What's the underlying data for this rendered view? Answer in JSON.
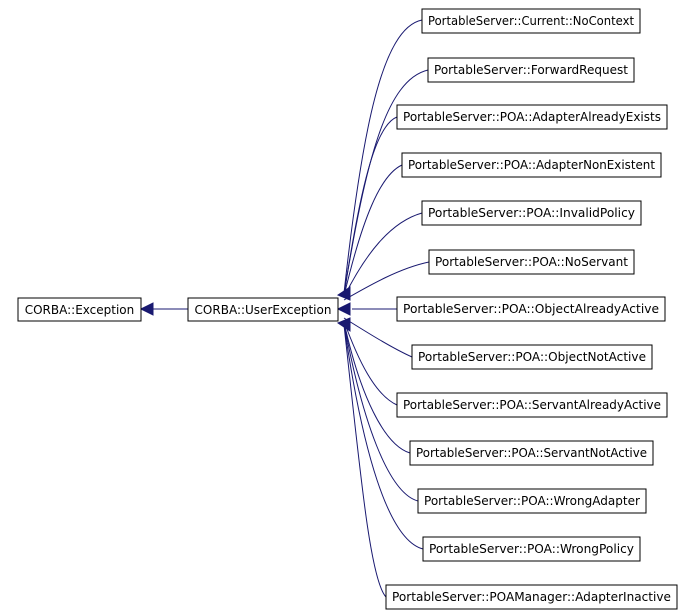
{
  "diagram": {
    "base_classes": [
      {
        "id": "corba-exception",
        "label": "CORBA::Exception"
      },
      {
        "id": "corba-userexception",
        "label": "CORBA::UserException"
      }
    ],
    "derived_classes": [
      {
        "id": "current-nocontext",
        "label": "PortableServer::Current::NoContext"
      },
      {
        "id": "forwardrequest",
        "label": "PortableServer::ForwardRequest"
      },
      {
        "id": "poa-adapteralreadyexists",
        "label": "PortableServer::POA::AdapterAlreadyExists"
      },
      {
        "id": "poa-adapternonexistent",
        "label": "PortableServer::POA::AdapterNonExistent"
      },
      {
        "id": "poa-invalidpolicy",
        "label": "PortableServer::POA::InvalidPolicy"
      },
      {
        "id": "poa-noservant",
        "label": "PortableServer::POA::NoServant"
      },
      {
        "id": "poa-objectalreadyactive",
        "label": "PortableServer::POA::ObjectAlreadyActive"
      },
      {
        "id": "poa-objectnotactive",
        "label": "PortableServer::POA::ObjectNotActive"
      },
      {
        "id": "poa-servantalreadyactive",
        "label": "PortableServer::POA::ServantAlreadyActive"
      },
      {
        "id": "poa-servantnotactive",
        "label": "PortableServer::POA::ServantNotActive"
      },
      {
        "id": "poa-wrongadapter",
        "label": "PortableServer::POA::WrongAdapter"
      },
      {
        "id": "poa-wrongpolicy",
        "label": "PortableServer::POA::WrongPolicy"
      },
      {
        "id": "poamanager-adapterinactive",
        "label": "PortableServer::POAManager::AdapterInactive"
      }
    ],
    "colors": {
      "edge": "#191970",
      "box_border": "#000000",
      "background": "#ffffff"
    }
  }
}
